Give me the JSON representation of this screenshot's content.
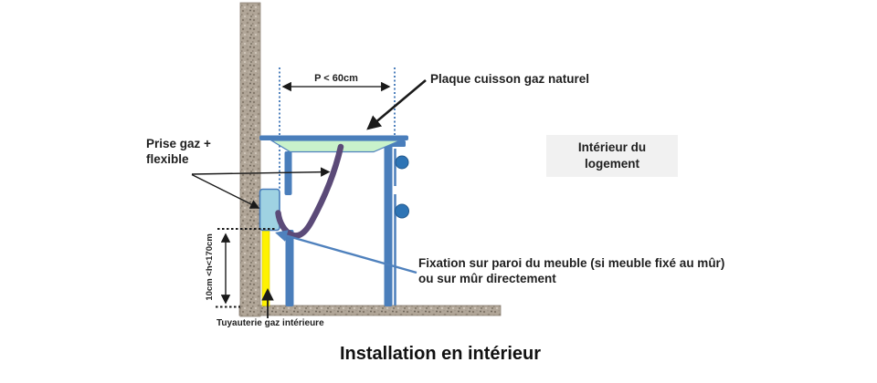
{
  "title": "Installation en intérieur",
  "labels": {
    "width_dim": "P < 60cm",
    "height_dim": "10cm <h<170cm",
    "plaque": "Plaque cuisson gaz naturel",
    "prise_line1": "Prise gaz +",
    "prise_line2": "flexible",
    "interieur_line1": "Intérieur du",
    "interieur_line2": "logement",
    "fixation_line1": "Fixation sur paroi du meuble (si meuble fixé au mûr)",
    "fixation_line2": "ou sur mûr directement",
    "tuyauterie": "Tuyauterie gaz intérieure"
  },
  "colors": {
    "structure_blue": "#4a7ebb",
    "knob_blue": "#2e74b5",
    "cooktop_green": "#c9f2cb",
    "hose_purple": "#5b4a78",
    "pipe_yellow": "#fef200",
    "outlet_box_blue": "#9fd2e2",
    "wall_speckle_base": "#b1a698",
    "label_box_bg": "#f1f1f1",
    "arrow_black": "#1a1a1a"
  }
}
